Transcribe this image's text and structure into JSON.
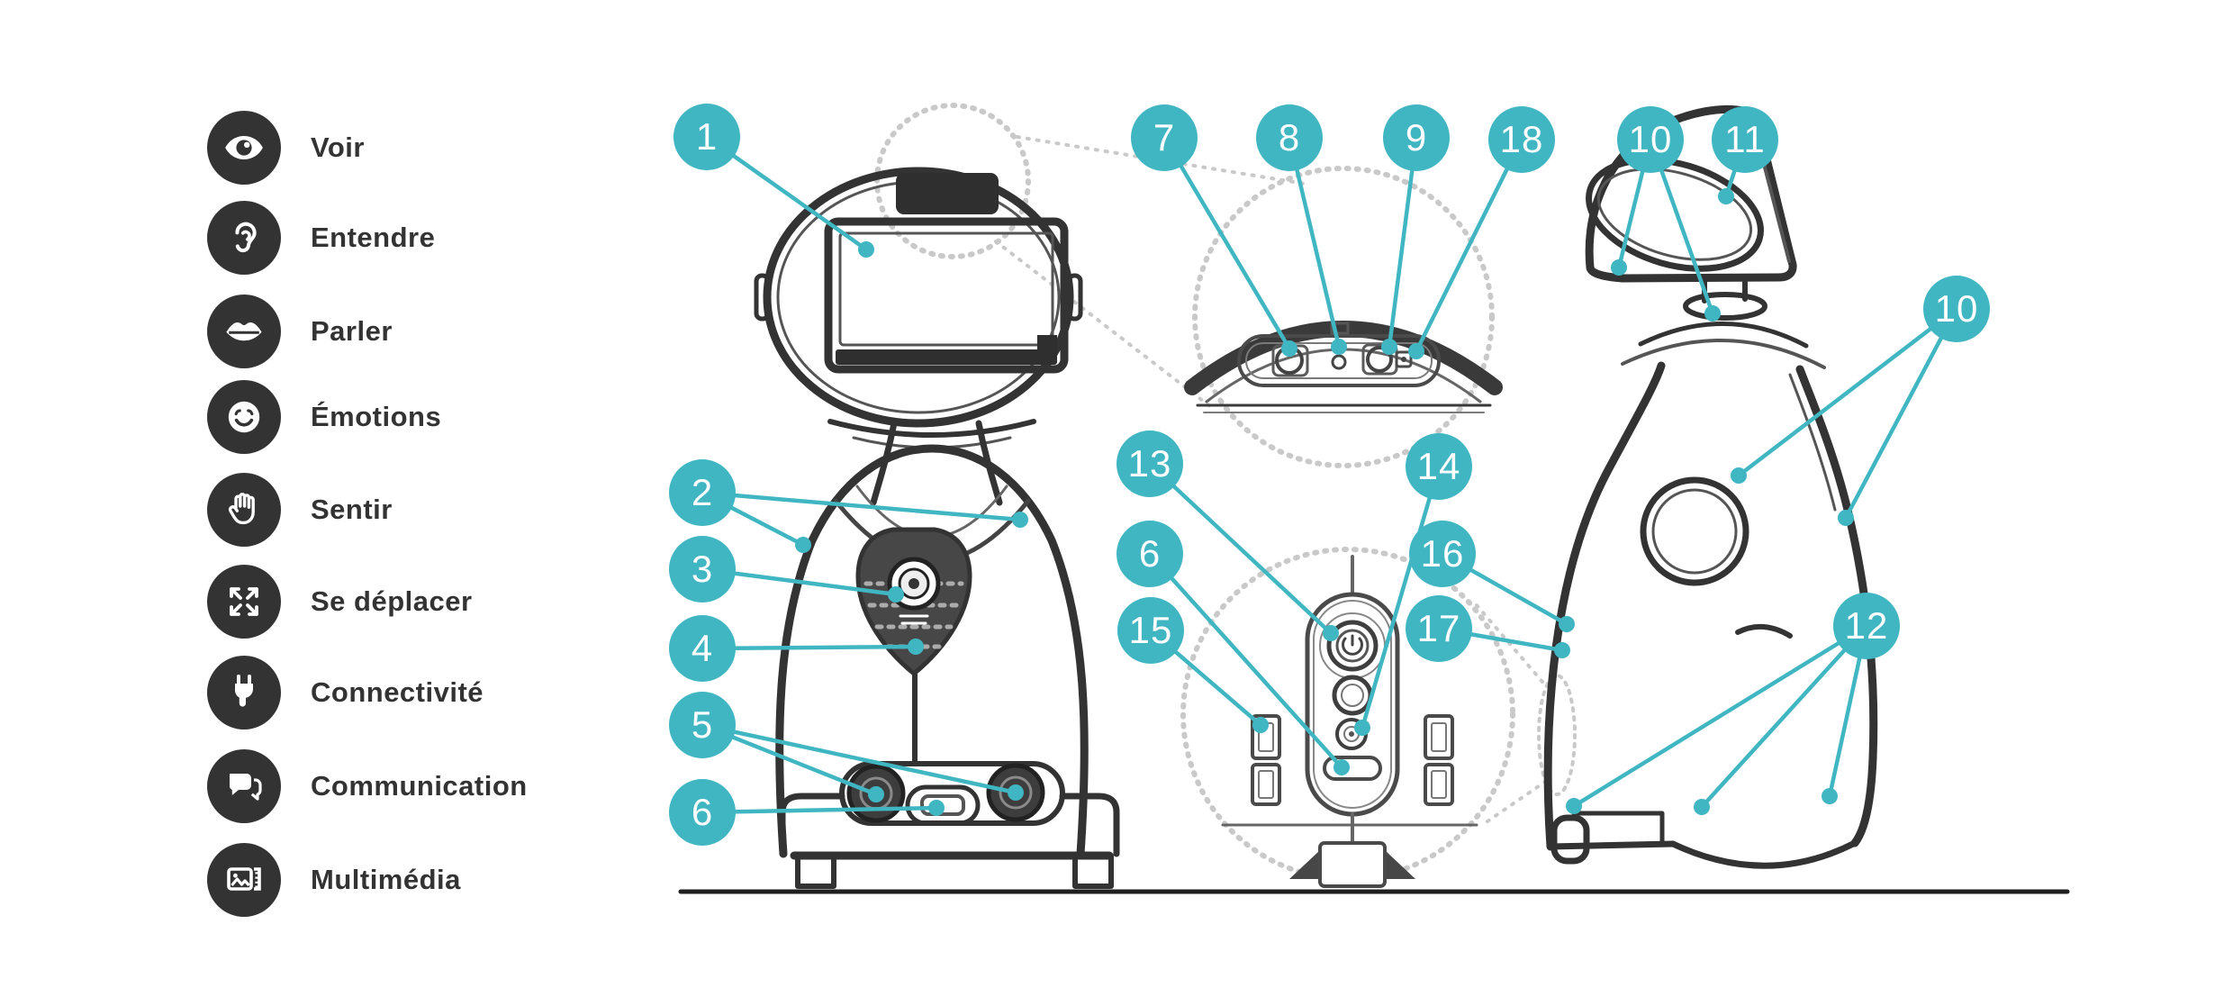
{
  "colors": {
    "accent": "#41b6c3",
    "ink": "#333333",
    "faint": "#c9c9c9",
    "background": "#ffffff"
  },
  "legend": {
    "items": [
      {
        "icon": "eye-icon",
        "label": "Voir"
      },
      {
        "icon": "ear-icon",
        "label": "Entendre"
      },
      {
        "icon": "lips-icon",
        "label": "Parler"
      },
      {
        "icon": "smiley-icon",
        "label": "Émotions"
      },
      {
        "icon": "hand-icon",
        "label": "Sentir"
      },
      {
        "icon": "move-arrows-icon",
        "label": "Se déplacer"
      },
      {
        "icon": "plug-icon",
        "label": "Connectivité"
      },
      {
        "icon": "chat-bubbles-icon",
        "label": "Communication"
      },
      {
        "icon": "multimedia-icon",
        "label": "Multimédia"
      }
    ]
  },
  "callouts": {
    "badges": [
      {
        "id": "callout-1",
        "number": "1"
      },
      {
        "id": "callout-2",
        "number": "2"
      },
      {
        "id": "callout-3",
        "number": "3"
      },
      {
        "id": "callout-4",
        "number": "4"
      },
      {
        "id": "callout-5",
        "number": "5"
      },
      {
        "id": "callout-6-front",
        "number": "6"
      },
      {
        "id": "callout-7",
        "number": "7"
      },
      {
        "id": "callout-8",
        "number": "8"
      },
      {
        "id": "callout-9",
        "number": "9"
      },
      {
        "id": "callout-18",
        "number": "18"
      },
      {
        "id": "callout-10-top",
        "number": "10"
      },
      {
        "id": "callout-11",
        "number": "11"
      },
      {
        "id": "callout-10-side",
        "number": "10"
      },
      {
        "id": "callout-13",
        "number": "13"
      },
      {
        "id": "callout-14",
        "number": "14"
      },
      {
        "id": "callout-6-rear",
        "number": "6"
      },
      {
        "id": "callout-16",
        "number": "16"
      },
      {
        "id": "callout-15",
        "number": "15"
      },
      {
        "id": "callout-17",
        "number": "17"
      },
      {
        "id": "callout-12",
        "number": "12"
      }
    ]
  }
}
